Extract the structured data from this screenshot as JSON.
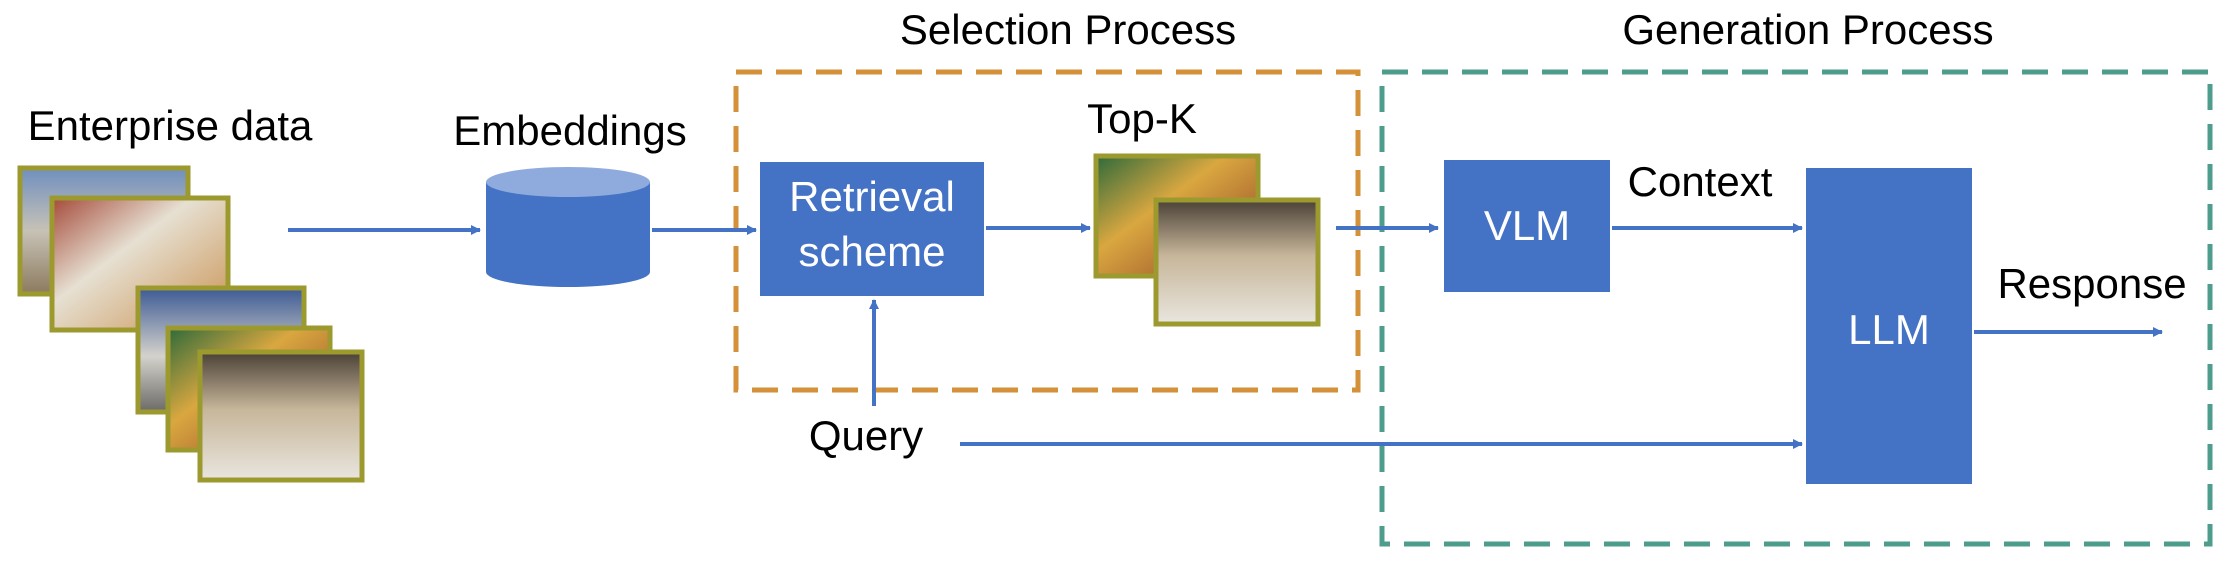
{
  "labels": {
    "enterprise_data": "Enterprise data",
    "embeddings": "Embeddings",
    "selection_process": "Selection Process",
    "generation_process": "Generation Process",
    "retrieval_line1": "Retrieval",
    "retrieval_line2": "scheme",
    "top_k": "Top-K",
    "vlm": "VLM",
    "context": "Context",
    "llm": "LLM",
    "response": "Response",
    "query": "Query"
  },
  "colors": {
    "box_blue": "#4472C4",
    "arrow_blue": "#4472C4",
    "selection_border": "#D4913A",
    "generation_border": "#4E9C8C",
    "frame_border": "#9C9A2E"
  }
}
